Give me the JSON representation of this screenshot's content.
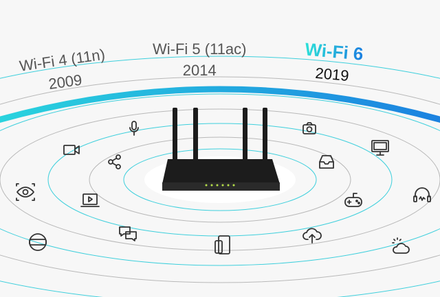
{
  "generations": [
    {
      "name": "Wi-Fi 4 (11n)",
      "year": "2009"
    },
    {
      "name": "Wi-Fi 5 (11ac)",
      "year": "2014"
    },
    {
      "name": "Wi-Fi 6",
      "year": "2019"
    }
  ],
  "colors": {
    "arc_start": "#2ad6de",
    "arc_end": "#1b7fe0",
    "ring_cyan": "#3ccfdc",
    "ring_gray": "#b8b8b8",
    "router": "#1c1c1c"
  },
  "icons": [
    "microphone-icon",
    "camera-icon",
    "video-camera-icon",
    "share-icon",
    "monitor-icon",
    "inbox-icon",
    "eye-icon",
    "laptop-play-icon",
    "gamepad-icon",
    "headset-icon",
    "vr-headset-icon",
    "chat-icon",
    "phones-icon",
    "cloud-upload-icon",
    "weather-icon"
  ]
}
